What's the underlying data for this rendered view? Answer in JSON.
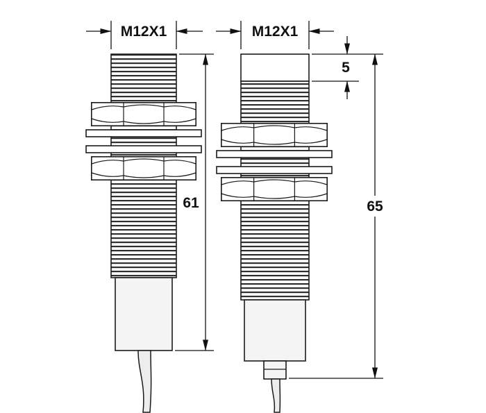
{
  "drawing": {
    "type": "technical-dimension-drawing",
    "subject": "two cylindrical threaded proximity sensors, front view",
    "left_sensor": {
      "thread_label": "M12X1",
      "length_label": "61"
    },
    "right_sensor": {
      "thread_label": "M12X1",
      "length_label": "65",
      "tip_label": "5"
    },
    "colors": {
      "line": "#1a1a1a",
      "background": "#ffffff"
    }
  }
}
